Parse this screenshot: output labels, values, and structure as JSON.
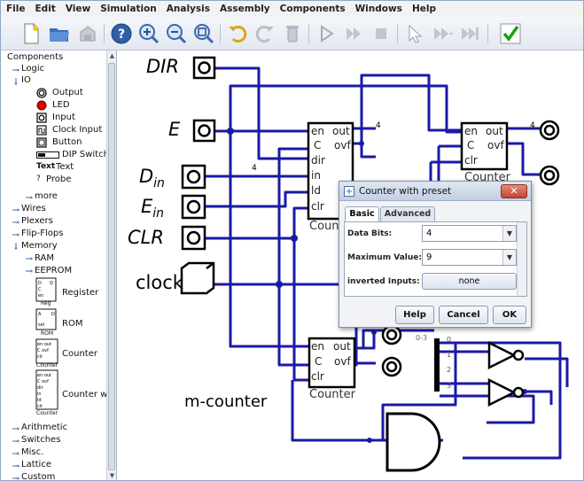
{
  "menubar": [
    "File",
    "Edit",
    "View",
    "Simulation",
    "Analysis",
    "Assembly",
    "Components",
    "Windows",
    "Help"
  ],
  "toolbar": {
    "icons": [
      "new-file-icon",
      "open-folder-icon",
      "save-icon",
      "help-icon",
      "zoom-in-icon",
      "zoom-out-icon",
      "zoom-fit-icon",
      "undo-icon",
      "redo-icon",
      "delete-icon",
      "run-icon",
      "step-forward-icon",
      "stop-icon",
      "select-tool-icon",
      "move-tool-icon",
      "wire-tool-icon",
      "check-icon"
    ]
  },
  "sidebar": {
    "root": "Components",
    "groups": {
      "logic": "Logic",
      "io": "IO",
      "wires": "Wires",
      "plexers": "Plexers",
      "flipflops": "Flip-Flops",
      "memory": "Memory",
      "arithmetic": "Arithmetic",
      "switches": "Switches",
      "misc": "Misc.",
      "lattice": "Lattice",
      "custom": "Custom"
    },
    "io_items": {
      "output": "Output",
      "led": "LED",
      "input": "Input",
      "clock": "Clock Input",
      "button": "Button",
      "dip": "DIP Switch",
      "text": "Text",
      "text_sym": "Text",
      "probe": "Probe",
      "probe_sym": "?",
      "more": "more"
    },
    "memory_items": {
      "ram": "RAM",
      "eeprom": "EEPROM",
      "register": "Register",
      "rom": "ROM",
      "counter": "Counter",
      "counter_with": "Counter wit"
    },
    "thumb_labels": {
      "reg": "Reg",
      "rom": "ROM",
      "counter": "Counter",
      "counter2": "Counter"
    }
  },
  "circuit": {
    "inputs": {
      "dir": "DIR",
      "e": "E",
      "din": "D",
      "din_sub": "in",
      "ein": "E",
      "ein_sub": "in",
      "clr": "CLR",
      "clock": "clock"
    },
    "bus_width": "4",
    "counter_top": {
      "en": "en",
      "out": "out",
      "c": "C",
      "ovf": "ovf",
      "dir": "dir",
      "in": "in",
      "ld": "ld",
      "clr": "clr",
      "label": "Counter",
      "width": "4"
    },
    "counter_right": {
      "en": "en",
      "out": "out",
      "c": "C",
      "ovf": "ovf",
      "clr": "clr",
      "label": "Counter",
      "width": "4"
    },
    "counter_bottom": {
      "en": "en",
      "out": "out",
      "c": "C",
      "ovf": "ovf",
      "clr": "clr",
      "label": "Counter"
    },
    "splitter": {
      "range": "0-3",
      "bits": [
        "0",
        "1",
        "2",
        "3"
      ]
    },
    "title": "m-counter"
  },
  "dialog": {
    "title": "Counter with preset",
    "tabs": {
      "basic": "Basic",
      "advanced": "Advanced"
    },
    "fields": {
      "data_bits_label": "Data Bits:",
      "data_bits_value": "4",
      "max_value_label": "Maximum Value:",
      "max_value_value": "9",
      "inverted_label": "inverted Inputs:",
      "inverted_value": "none"
    },
    "buttons": {
      "help": "Help",
      "cancel": "Cancel",
      "ok": "OK"
    }
  },
  "colors": {
    "wire": "#1a1aa6",
    "accent_close": "#c24430"
  }
}
